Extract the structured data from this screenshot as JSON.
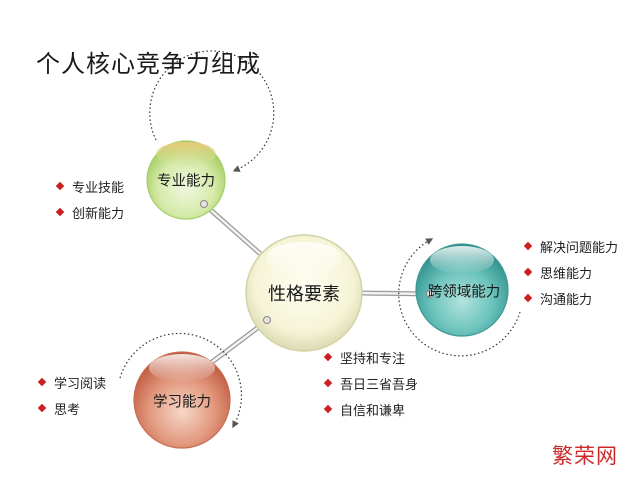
{
  "title": "个人核心竞争力组成",
  "center_node": {
    "label": "性格要素"
  },
  "nodes": {
    "professional": {
      "label": "专业能力"
    },
    "cross_domain": {
      "label": "跨领域能力"
    },
    "learning": {
      "label": "学习能力"
    }
  },
  "bullets": {
    "professional": [
      "专业技能",
      "创新能力"
    ],
    "cross_domain": [
      "解决问题能力",
      "思维能力",
      "沟通能力"
    ],
    "learning": [
      "学习阅读",
      "思考"
    ],
    "personality": [
      "坚持和专注",
      "吾日三省吾身",
      "自信和谦卑"
    ]
  },
  "watermark": "繁荣网",
  "colors": {
    "bullet_marker": "#cc1f1f",
    "professional_node": "#b8db7a",
    "cross_domain_node": "#4fb3b0",
    "learning_node": "#d97a60",
    "center_node": "#f3f2cf"
  }
}
